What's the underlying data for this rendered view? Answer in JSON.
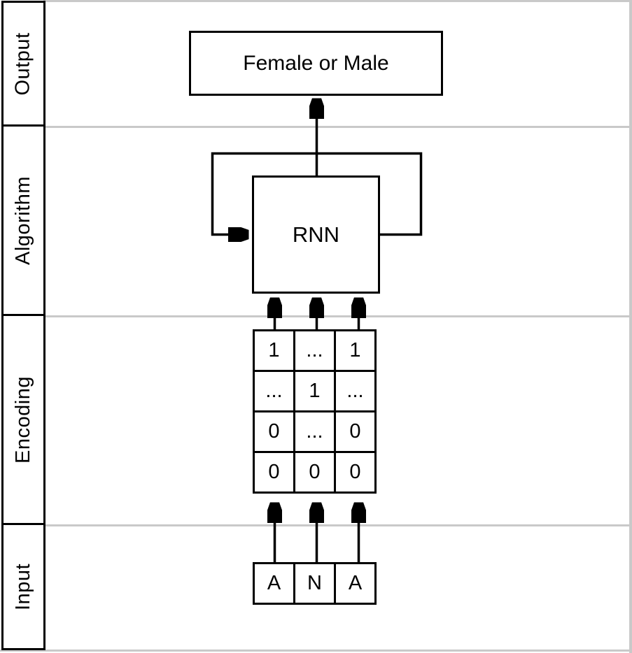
{
  "canvas": {
    "background": "#ffffff",
    "line_color": "#000000",
    "divider_color": "#c9c9c9"
  },
  "sidebar": {
    "rows": [
      {
        "label": "Output"
      },
      {
        "label": "Algorithm"
      },
      {
        "label": "Encoding"
      },
      {
        "label": "Input"
      }
    ]
  },
  "diagram": {
    "output_box": {
      "label": "Female or Male"
    },
    "algorithm_box": {
      "label": "RNN"
    },
    "encoding_grid": {
      "rows": [
        [
          "1",
          "...",
          "1"
        ],
        [
          "...",
          "1",
          "..."
        ],
        [
          "0",
          "...",
          "0"
        ],
        [
          "0",
          "0",
          "0"
        ]
      ]
    },
    "input_cells": [
      "A",
      "N",
      "A"
    ]
  }
}
